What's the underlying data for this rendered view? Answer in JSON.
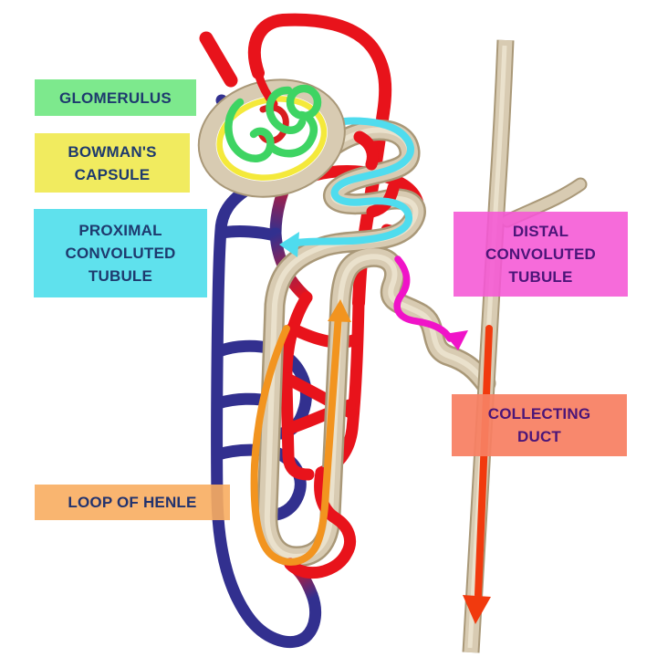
{
  "title": "Nephron structure diagram",
  "labels": {
    "glomerulus": {
      "text": "GLOMERULUS",
      "bg": "#7DE98D",
      "fg": "#1E3A6E"
    },
    "bowmans_capsule": {
      "text": "BOWMAN'S\nCAPSULE",
      "bg": "#F1EB5F",
      "fg": "#1E3A6E"
    },
    "proximal_tubule": {
      "text": "PROXIMAL\nCONVOLUTED\nTUBULE",
      "bg": "#5FE1ED",
      "fg": "#1E3A6E"
    },
    "distal_tubule": {
      "text": "DISTAL\nCONVOLUTED\nTUBULE",
      "bg": "#F556D5E0",
      "fg": "#4B1578"
    },
    "collecting_duct": {
      "text": "COLLECTING\nDUCT",
      "bg": "#F87F63EE",
      "fg": "#4B1578"
    },
    "loop_of_henle": {
      "text": "LOOP OF HENLE",
      "bg": "#F8AD61E6",
      "fg": "#22336E"
    }
  },
  "colors": {
    "artery_red": "#E8131B",
    "vein_navy": "#32308F",
    "transition_maroon": "#8C2257",
    "tubule_tan": "#D8CBB2",
    "tubule_outline": "#A99878",
    "tubule_highlight": "#ECE3CE",
    "capsule_ring_yellow": "#F4E93B",
    "glomerulus_green": "#3ED463",
    "glomerulus_red": "#D81E20",
    "arrow_cyan": "#4FDCEE",
    "arrow_magenta": "#F013C8",
    "arrow_orange": "#F2941F",
    "arrow_orangered": "#F13A0E",
    "background": "#FFFFFF"
  },
  "parts": {
    "glomerulus": "glomerular capillary tuft",
    "bowmans_capsule": "capsule around glomerulus",
    "proximal_tubule": "proximal convoluted tubule with cyan flow arrow",
    "loop_of_henle": "U-shaped loop with orange flow arrows",
    "distal_tubule": "distal convoluted tubule with magenta flow arrow",
    "collecting_duct": "straight duct with red-orange downward flow arrow",
    "arterial_network": "red capillary / vasa recta network",
    "venous_network": "dark blue venous network"
  }
}
